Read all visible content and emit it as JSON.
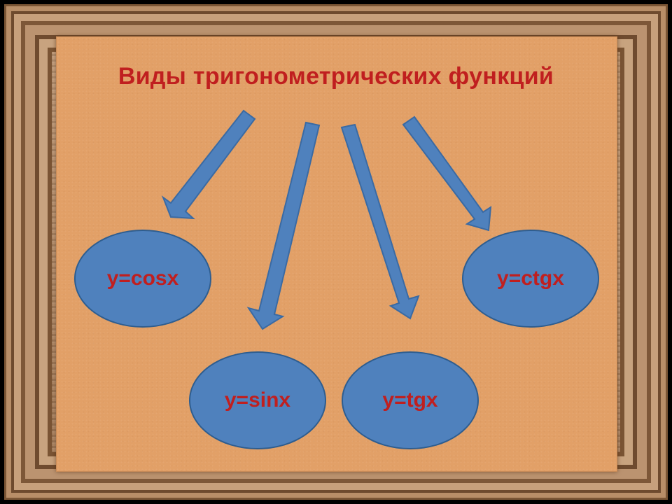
{
  "title": "Виды тригонометрических функций",
  "functions": {
    "cos": "y=cosx",
    "sin": "y=sinx",
    "tg": "y=tgx",
    "ctg": "y=ctgx"
  },
  "colors": {
    "title_text": "#c01f1f",
    "oval_fill": "#4f81bd",
    "oval_border": "#2e5d8f",
    "arrow_fill": "#4f81bd",
    "background": "#e2a067"
  }
}
